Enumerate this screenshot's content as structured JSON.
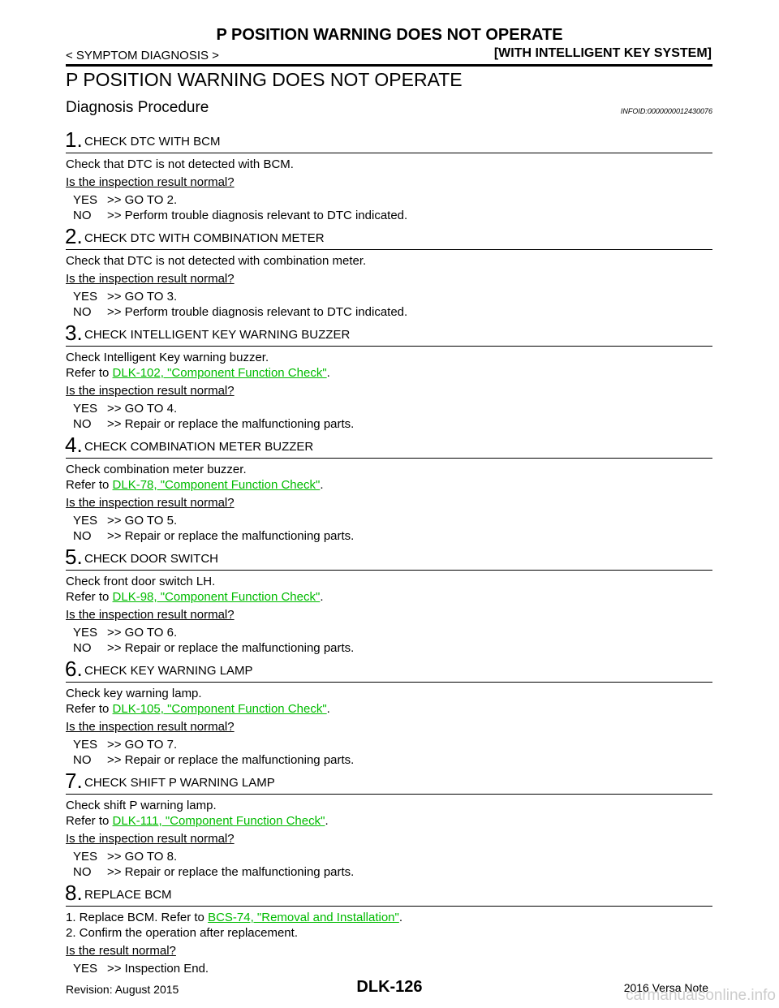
{
  "header": {
    "title": "P POSITION WARNING DOES NOT OPERATE",
    "section": "< SYMPTOM DIAGNOSIS >",
    "system": "[WITH INTELLIGENT KEY SYSTEM]"
  },
  "doc_title": "P POSITION WARNING DOES NOT OPERATE",
  "subtitle": "Diagnosis Procedure",
  "infoid": "INFOID:0000000012430076",
  "link_color": "#00bb00",
  "steps": [
    {
      "num": "1.",
      "title": "CHECK DTC WITH BCM",
      "lines": [
        "Check that DTC is not detected with BCM."
      ],
      "refer_prefix": "",
      "refer_link": "",
      "refer_suffix": "",
      "question": "Is the inspection result normal?",
      "yes_label": "YES",
      "yes": ">> GO TO 2.",
      "no_label": "NO",
      "no": ">> Perform trouble diagnosis relevant to DTC indicated."
    },
    {
      "num": "2.",
      "title": "CHECK DTC WITH COMBINATION METER",
      "lines": [
        "Check that DTC is not detected with combination meter."
      ],
      "refer_prefix": "",
      "refer_link": "",
      "refer_suffix": "",
      "question": "Is the inspection result normal?",
      "yes_label": "YES",
      "yes": ">> GO TO 3.",
      "no_label": "NO",
      "no": ">> Perform trouble diagnosis relevant to DTC indicated."
    },
    {
      "num": "3.",
      "title": "CHECK INTELLIGENT KEY WARNING BUZZER",
      "lines": [
        "Check Intelligent Key warning buzzer."
      ],
      "refer_prefix": "Refer to ",
      "refer_link": "DLK-102, \"Component Function Check\"",
      "refer_suffix": ".",
      "question": "Is the inspection result normal?",
      "yes_label": "YES",
      "yes": ">> GO TO 4.",
      "no_label": "NO",
      "no": ">> Repair or replace the malfunctioning parts."
    },
    {
      "num": "4.",
      "title": "CHECK COMBINATION METER BUZZER",
      "lines": [
        "Check combination meter buzzer."
      ],
      "refer_prefix": "Refer to ",
      "refer_link": "DLK-78, \"Component Function Check\"",
      "refer_suffix": ".",
      "question": "Is the inspection result normal?",
      "yes_label": "YES",
      "yes": ">> GO TO 5.",
      "no_label": "NO",
      "no": ">> Repair or replace the malfunctioning parts."
    },
    {
      "num": "5.",
      "title": "CHECK DOOR SWITCH",
      "lines": [
        "Check front door switch LH."
      ],
      "refer_prefix": "Refer to ",
      "refer_link": "DLK-98, \"Component Function Check\"",
      "refer_suffix": ".",
      "question": "Is the inspection result normal?",
      "yes_label": "YES",
      "yes": ">> GO TO 6.",
      "no_label": "NO",
      "no": ">> Repair or replace the malfunctioning parts."
    },
    {
      "num": "6.",
      "title": "CHECK KEY WARNING LAMP",
      "lines": [
        "Check key warning lamp."
      ],
      "refer_prefix": "Refer to ",
      "refer_link": "DLK-105, \"Component Function Check\"",
      "refer_suffix": ".",
      "question": "Is the inspection result normal?",
      "yes_label": "YES",
      "yes": ">> GO TO 7.",
      "no_label": "NO",
      "no": ">> Repair or replace the malfunctioning parts."
    },
    {
      "num": "7.",
      "title": "CHECK SHIFT P WARNING LAMP",
      "lines": [
        "Check shift P warning lamp."
      ],
      "refer_prefix": "Refer to ",
      "refer_link": "DLK-111, \"Component Function Check\"",
      "refer_suffix": ".",
      "question": "Is the inspection result normal?",
      "yes_label": "YES",
      "yes": ">> GO TO 8.",
      "no_label": "NO",
      "no": ">> Repair or replace the malfunctioning parts."
    },
    {
      "num": "8.",
      "title": "REPLACE BCM",
      "lines": [],
      "refer_prefix": "1.   Replace BCM. Refer to ",
      "refer_link": "BCS-74, \"Removal and Installation\"",
      "refer_suffix": ".",
      "extra_line": "2.   Confirm the operation after replacement.",
      "question": "Is the result normal?",
      "yes_label": "YES",
      "yes": ">> Inspection End.",
      "no_label": "",
      "no": ""
    }
  ],
  "footer": {
    "revision": "Revision: August 2015",
    "page": "DLK-126",
    "model": "2016 Versa Note",
    "watermark": "carmanualsonline.info"
  }
}
